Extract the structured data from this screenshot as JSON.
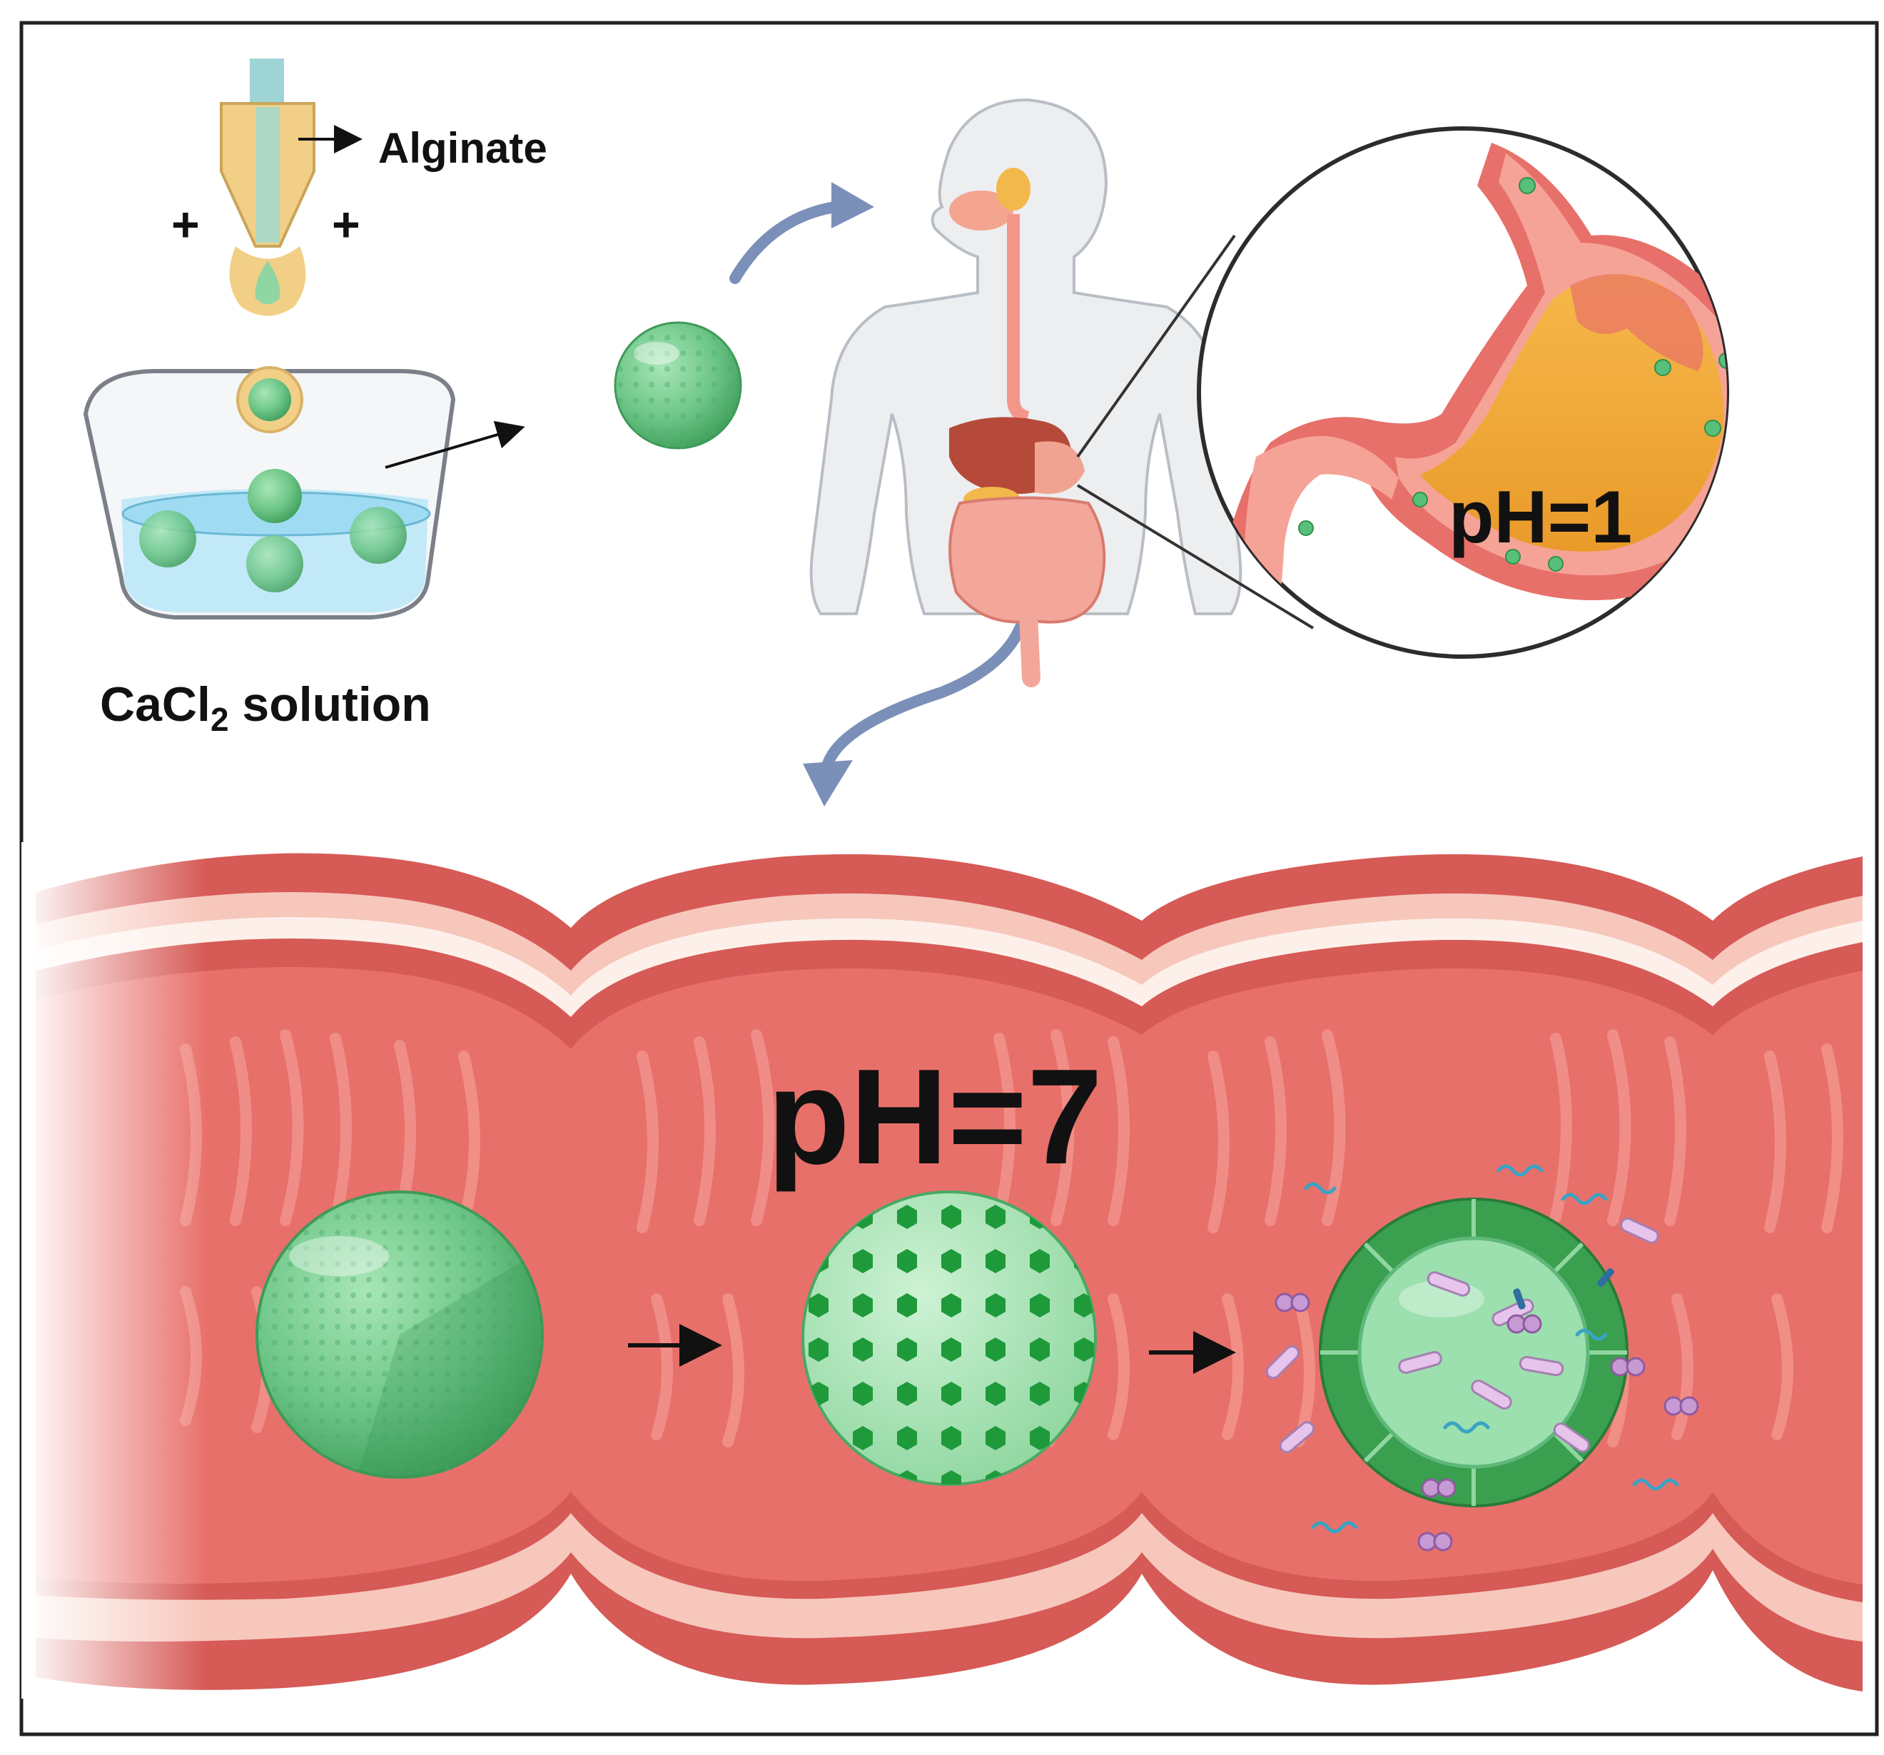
{
  "labels": {
    "alginate": "Alginate",
    "plus_left": "+",
    "plus_right": "+",
    "cacl2_main": "CaCl",
    "cacl2_sub": "2",
    "cacl2_rest": " solution",
    "ph_stomach": "pH=1",
    "ph_intestine": "pH=7"
  },
  "colors": {
    "bead_green": "#6cc587",
    "bead_dark": "#1f9a3c",
    "intestine_red": "#e8706a",
    "intestine_light": "#f7b2a8",
    "stomach_juice": "#f0a534",
    "flow_arrow": "#7b90b8",
    "solution_blue": "#9fdcf3"
  },
  "icons": {
    "nozzle": "syringe-nozzle-icon",
    "beaker": "beaker-icon",
    "body": "human-body-icon",
    "stomach": "stomach-icon",
    "intestine": "intestine-icon",
    "bacteria": "bacteria-icon"
  }
}
